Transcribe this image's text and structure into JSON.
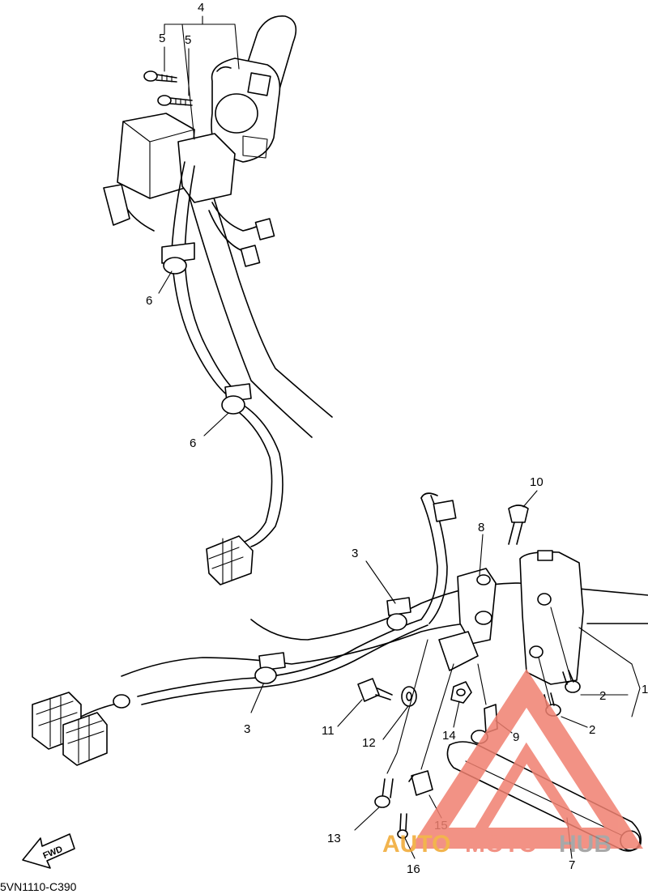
{
  "diagram": {
    "callouts": {
      "c1": "1",
      "c2a": "2",
      "c2b": "2",
      "c3a": "3",
      "c3b": "3",
      "c4": "4",
      "c5a": "5",
      "c5b": "5",
      "c6a": "6",
      "c6b": "6",
      "c7": "7",
      "c8": "8",
      "c9": "9",
      "c10": "10",
      "c11": "11",
      "c12": "12",
      "c13": "13",
      "c14": "14",
      "c15": "15",
      "c16": "16"
    },
    "fwd_label": "FWD",
    "drawing_code": "5VN1110-C390"
  },
  "watermark": {
    "word_a": "AUTO",
    "word_b": "MOTO",
    "word_c": "HUB",
    "colors": {
      "accent": "#f08070",
      "orange": "#f0a830",
      "gray": "#9a9a9a"
    }
  }
}
